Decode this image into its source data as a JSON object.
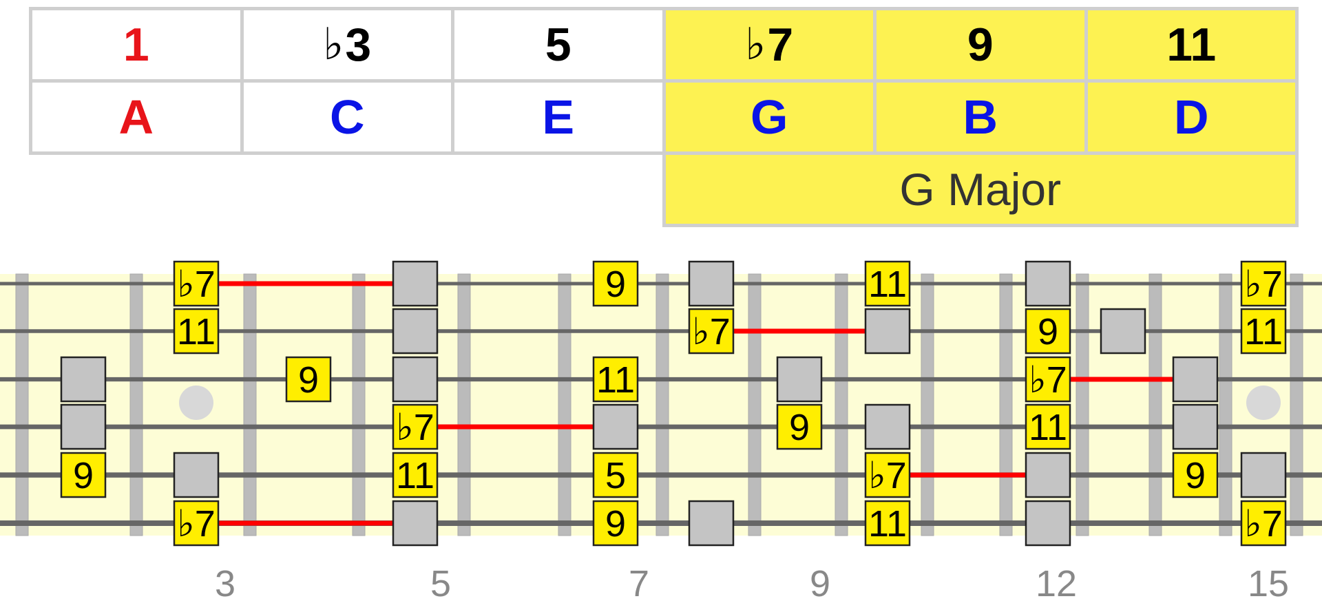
{
  "colors": {
    "root": "#e8141a",
    "note_blue": "#0a14e6",
    "interval_black": "#000000",
    "highlight": "#fdf252",
    "board_bg": "#fdfdd6",
    "table_border": "#cfcfcf",
    "string": "#666666",
    "fret": "#bbbbbb",
    "marker_yellow": "#ffee00",
    "marker_gray": "#c4c4c4",
    "connector": "#ff0000",
    "inlay": "#d8d8d8"
  },
  "table": {
    "columns": [
      {
        "interval": "1",
        "note": "A",
        "highlight": false,
        "role": "root"
      },
      {
        "interval": "♭3",
        "note": "C",
        "highlight": false,
        "role": "chord"
      },
      {
        "interval": "5",
        "note": "E",
        "highlight": false,
        "role": "chord"
      },
      {
        "interval": "♭7",
        "note": "G",
        "highlight": true,
        "role": "chord"
      },
      {
        "interval": "9",
        "note": "B",
        "highlight": true,
        "role": "chord"
      },
      {
        "interval": "11",
        "note": "D",
        "highlight": true,
        "role": "chord"
      }
    ],
    "substitute_label": "G Major"
  },
  "fretboard": {
    "fret_numbers": [
      "3",
      "5",
      "7",
      "9",
      "12",
      "15"
    ],
    "markers": [
      {
        "string": 1,
        "fret": 3,
        "label": "♭7"
      },
      {
        "string": 1,
        "fret": 5,
        "label": ""
      },
      {
        "string": 1,
        "fret": 7,
        "label": "9"
      },
      {
        "string": 1,
        "fret": 8,
        "label": ""
      },
      {
        "string": 1,
        "fret": 10,
        "label": "11"
      },
      {
        "string": 1,
        "fret": 12,
        "label": ""
      },
      {
        "string": 1,
        "fret": 15,
        "label": "♭7"
      },
      {
        "string": 2,
        "fret": 3,
        "label": "11"
      },
      {
        "string": 2,
        "fret": 5,
        "label": ""
      },
      {
        "string": 2,
        "fret": 8,
        "label": "♭7"
      },
      {
        "string": 2,
        "fret": 10,
        "label": ""
      },
      {
        "string": 2,
        "fret": 12,
        "label": "9"
      },
      {
        "string": 2,
        "fret": 13,
        "label": ""
      },
      {
        "string": 2,
        "fret": 15,
        "label": "11"
      },
      {
        "string": 3,
        "fret": 2,
        "label": ""
      },
      {
        "string": 3,
        "fret": 4,
        "label": "9"
      },
      {
        "string": 3,
        "fret": 5,
        "label": ""
      },
      {
        "string": 3,
        "fret": 7,
        "label": "11"
      },
      {
        "string": 3,
        "fret": 9,
        "label": ""
      },
      {
        "string": 3,
        "fret": 12,
        "label": "♭7"
      },
      {
        "string": 3,
        "fret": 14,
        "label": ""
      },
      {
        "string": 4,
        "fret": 2,
        "label": ""
      },
      {
        "string": 4,
        "fret": 5,
        "label": "♭7"
      },
      {
        "string": 4,
        "fret": 7,
        "label": ""
      },
      {
        "string": 4,
        "fret": 9,
        "label": "9"
      },
      {
        "string": 4,
        "fret": 10,
        "label": ""
      },
      {
        "string": 4,
        "fret": 12,
        "label": "11"
      },
      {
        "string": 4,
        "fret": 14,
        "label": ""
      },
      {
        "string": 5,
        "fret": 2,
        "label": "9"
      },
      {
        "string": 5,
        "fret": 3,
        "label": ""
      },
      {
        "string": 5,
        "fret": 5,
        "label": "11"
      },
      {
        "string": 5,
        "fret": 7,
        "label": "5"
      },
      {
        "string": 5,
        "fret": 10,
        "label": "♭7"
      },
      {
        "string": 5,
        "fret": 12,
        "label": ""
      },
      {
        "string": 5,
        "fret": 14,
        "label": "9"
      },
      {
        "string": 5,
        "fret": 15,
        "label": ""
      },
      {
        "string": 6,
        "fret": 3,
        "label": "♭7"
      },
      {
        "string": 6,
        "fret": 5,
        "label": ""
      },
      {
        "string": 6,
        "fret": 7,
        "label": "9"
      },
      {
        "string": 6,
        "fret": 8,
        "label": ""
      },
      {
        "string": 6,
        "fret": 10,
        "label": "11"
      },
      {
        "string": 6,
        "fret": 12,
        "label": ""
      },
      {
        "string": 6,
        "fret": 15,
        "label": "♭7"
      }
    ],
    "connectors": [
      {
        "string": 1,
        "from_fret": 3,
        "to_fret": 5
      },
      {
        "string": 2,
        "from_fret": 8,
        "to_fret": 10
      },
      {
        "string": 3,
        "from_fret": 12,
        "to_fret": 14
      },
      {
        "string": 4,
        "from_fret": 5,
        "to_fret": 7
      },
      {
        "string": 5,
        "from_fret": 10,
        "to_fret": 12
      },
      {
        "string": 6,
        "from_fret": 3,
        "to_fret": 5
      }
    ]
  }
}
